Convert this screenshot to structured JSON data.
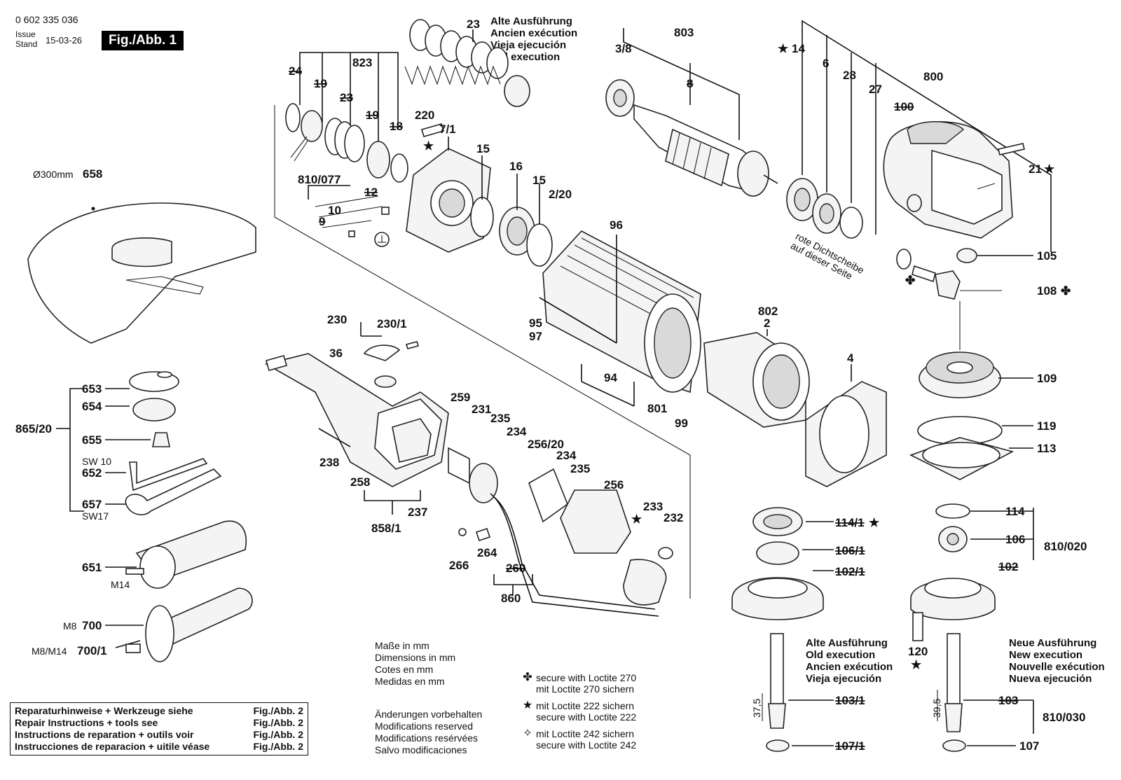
{
  "header": {
    "doc_number": "0 602 335 036",
    "issue_label_1": "Issue",
    "issue_label_2": "Stand",
    "issue_date": "15-03-26",
    "figure_label": "Fig./Abb. 1"
  },
  "old_version_note_top": [
    "Alte Ausführung",
    "Ancien exécution",
    "Vieja ejecución",
    "Old execution"
  ],
  "seal_note": [
    "rote Dichtscheibe",
    "auf dieser Seite"
  ],
  "dimensions_note": [
    "Maße in mm",
    "Dimensions in mm",
    "Cotes en mm",
    "Medidas en mm"
  ],
  "changes_note": [
    "Änderungen vorbehalten",
    "Modifications reserved",
    "Modifications resérvées",
    "Salvo modificaciones"
  ],
  "loctite_notes": [
    {
      "symbol": "✤",
      "lines": [
        "secure with Loctite 270",
        "mit Loctite 270 sichern"
      ]
    },
    {
      "symbol": "★",
      "lines": [
        "mit Loctite 222 sichern",
        "secure with Loctite 222"
      ]
    },
    {
      "symbol": "✧",
      "lines": [
        "mit Loctite 242 sichern",
        "secure with Loctite 242"
      ]
    }
  ],
  "old_execution": [
    "Alte Ausführung",
    "Old execution",
    "Ancien exécution",
    "Vieja ejecución"
  ],
  "new_execution": [
    "Neue Ausführung",
    "New execution",
    "Nouvelle exécution",
    "Nueva ejecución"
  ],
  "repair_box": [
    {
      "text": "Reparaturhinweise + Werkzeuge siehe",
      "ref": "Fig./Abb. 2"
    },
    {
      "text": "Repair Instructions + tools see",
      "ref": "Fig./Abb. 2"
    },
    {
      "text": "Instructions de reparation + outils voir",
      "ref": "Fig./Abb. 2"
    },
    {
      "text": "Instrucciones de reparacion + uitile véase",
      "ref": "Fig./Abb. 2"
    }
  ],
  "labels": {
    "p23": "23",
    "p823": "823",
    "p24": "24",
    "p19a": "19",
    "p23b": "23",
    "p19b": "19",
    "p18": "18",
    "p220": "220",
    "p7_1": "7/1",
    "p15a": "15",
    "p16": "16",
    "p15b": "15",
    "p2_20": "2/20",
    "p810_077": "810/077",
    "p12": "12",
    "p10": "10",
    "p9": "9",
    "p658_prefix": "Ø300mm",
    "p658": "658",
    "p803": "803",
    "p3_8": "3/8",
    "p8": "8",
    "p14": "14",
    "p6": "6",
    "p28": "28",
    "p27": "27",
    "p800": "800",
    "p100": "100",
    "p21": "21",
    "p105": "105",
    "p108": "108",
    "p96": "96",
    "p95": "95",
    "p97": "97",
    "p94": "94",
    "p801": "801",
    "p99": "99",
    "p802": "802",
    "p2": "2",
    "p4": "4",
    "p230": "230",
    "p230_1": "230/1",
    "p36": "36",
    "p259": "259",
    "p231": "231",
    "p235a": "235",
    "p234a": "234",
    "p256_20": "256/20",
    "p234b": "234",
    "p235b": "235",
    "p256": "256",
    "p233": "233",
    "p232": "232",
    "p238": "238",
    "p258": "258",
    "p237": "237",
    "p858_1": "858/1",
    "p266": "266",
    "p264": "264",
    "p260": "260",
    "p860": "860",
    "p653": "653",
    "p654": "654",
    "p865_20": "865/20",
    "p655": "655",
    "sw10": "SW 10",
    "p652": "652",
    "p657": "657",
    "sw17": "SW17",
    "p651": "651",
    "m14": "M14",
    "m8": "M8",
    "p700": "700",
    "m8m14": "M8/M14",
    "p700_1": "700/1",
    "p109": "109",
    "p119": "119",
    "p113": "113",
    "p114": "114",
    "p106": "106",
    "p810_020": "810/020",
    "p102": "102",
    "p120": "120",
    "p103": "103",
    "p810_030": "810/030",
    "p107": "107",
    "dim39_5": "39,5",
    "p114_1": "114/1",
    "p106_1": "106/1",
    "p102_1": "102/1",
    "p103_1": "103/1",
    "p107_1": "107/1",
    "dim37_5": "37,5"
  }
}
